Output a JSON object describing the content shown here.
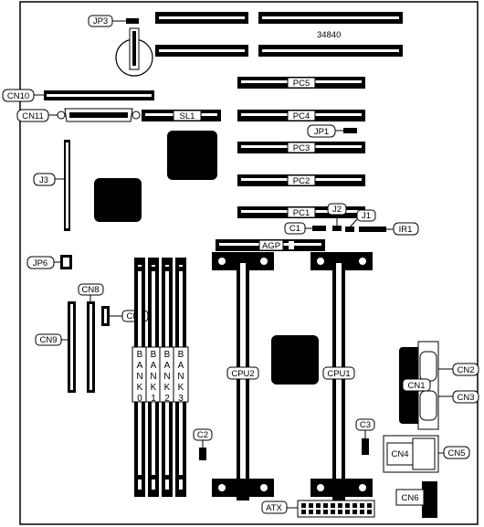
{
  "board": {
    "id_text": "34840",
    "labels": {
      "jp3": "JP3",
      "cn10": "CN10",
      "cn11": "CN11",
      "sl1": "SL1",
      "pc5": "PC5",
      "pc4": "PC4",
      "pc3": "PC3",
      "pc2": "PC2",
      "pc1": "PC1",
      "jp1": "JP1",
      "j3": "J3",
      "j2": "J2",
      "j1": "J1",
      "c1": "C1",
      "ir1": "IR1",
      "agp": "AGP",
      "jp6": "JP6",
      "cn8": "CN8",
      "cn7": "CN7",
      "cn9": "CN9",
      "cpu2": "CPU2",
      "cpu1": "CPU1",
      "cn2": "CN2",
      "cn1": "CN1",
      "cn3": "CN3",
      "c2": "C2",
      "c3": "C3",
      "cn4": "CN4",
      "cn5": "CN5",
      "cn6": "CN6",
      "atx": "ATX"
    },
    "banks": [
      [
        "B",
        "A",
        "N",
        "K",
        "0"
      ],
      [
        "B",
        "A",
        "N",
        "K",
        "1"
      ],
      [
        "B",
        "A",
        "N",
        "K",
        "2"
      ],
      [
        "B",
        "A",
        "N",
        "K",
        "3"
      ]
    ]
  }
}
